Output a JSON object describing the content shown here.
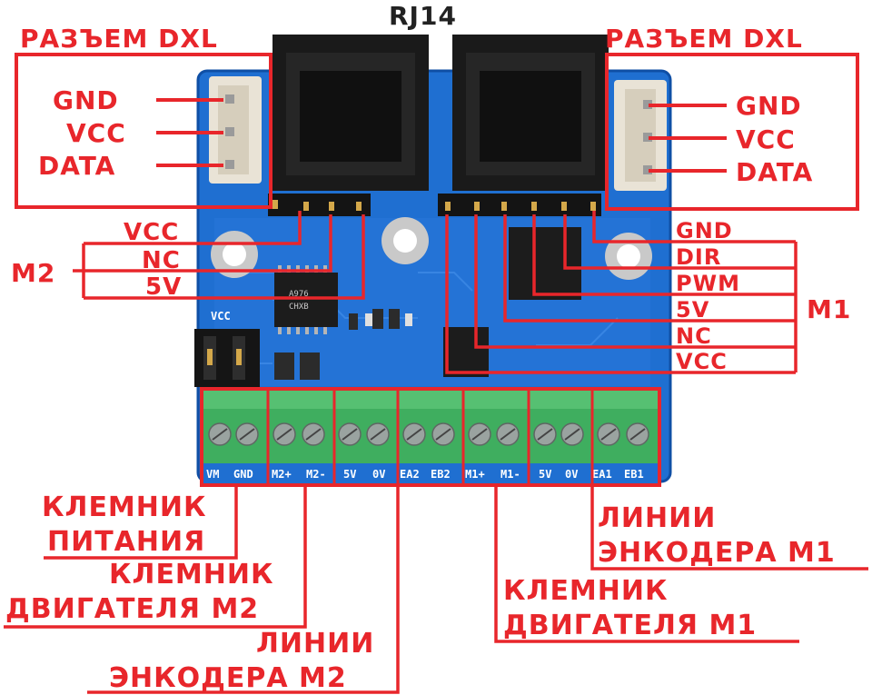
{
  "labels": {
    "rj14": "RJ14",
    "dxl_left_title": "РАЗЪЕМ DXL",
    "dxl_right_title": "РАЗЪЕМ DXL",
    "dxl_left_pins": [
      "GND",
      "VCC",
      "DATA"
    ],
    "dxl_right_pins": [
      "GND",
      "VCC",
      "DATA"
    ],
    "m2_group": "M2",
    "m2_pins": [
      "VCC",
      "NC",
      "5V"
    ],
    "m1_group": "M1",
    "m1_pins": [
      "GND",
      "DIR",
      "PWM",
      "5V",
      "NC",
      "VCC"
    ],
    "terminal_power": [
      "КЛЕМНИК",
      "ПИТАНИЯ"
    ],
    "terminal_motor_m2": [
      "КЛЕМНИК",
      "ДВИГАТЕЛЯ M2"
    ],
    "encoder_m2": [
      "ЛИНИИ",
      "ЭНКОДЕРА M2"
    ],
    "terminal_motor_m1": [
      "КЛЕМНИК",
      "ДВИГАТЕЛЯ M1"
    ],
    "encoder_m1": [
      "ЛИНИИ",
      "ЭНКОДЕРА M1"
    ]
  },
  "board": {
    "terminal_silk": [
      "VM",
      "GND",
      "M2+",
      "M2-",
      "5V",
      "0V",
      "EA2",
      "EB2",
      "M1+",
      "M1-",
      "5V",
      "0V",
      "EA1",
      "EB1"
    ],
    "vcc_silk": "VCC",
    "chip_text": [
      "A976",
      "CHXB"
    ],
    "pcb_color": "#1f6fd1",
    "terminal_color": "#3fae5f",
    "label_color": "#e8262b"
  }
}
